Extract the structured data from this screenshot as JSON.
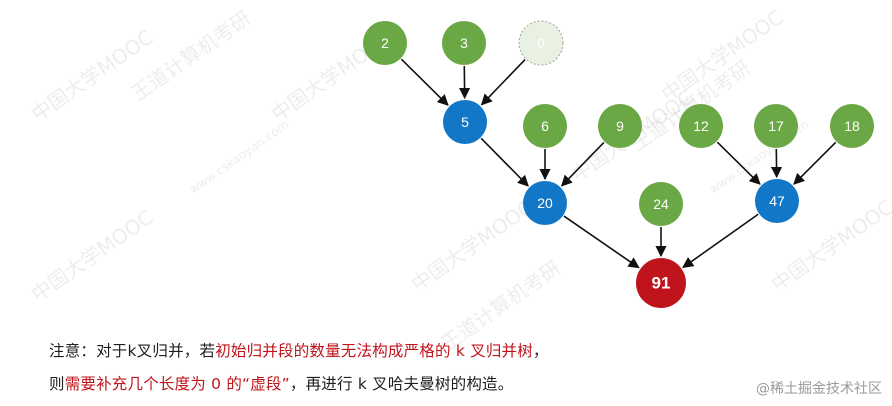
{
  "colors": {
    "leaf": "#6aa845",
    "virtual_fill": "#e9f1e2",
    "virtual_stroke": "#9aa393",
    "internal": "#1277c6",
    "root": "#c0141c",
    "edge": "#111111",
    "highlight": "#c0141c"
  },
  "tree": {
    "nodes": [
      {
        "id": "n2",
        "label": "2",
        "kind": "leaf"
      },
      {
        "id": "n3",
        "label": "3",
        "kind": "leaf"
      },
      {
        "id": "n0",
        "label": "0",
        "kind": "virtual"
      },
      {
        "id": "n5",
        "label": "5",
        "kind": "internal"
      },
      {
        "id": "n6",
        "label": "6",
        "kind": "leaf"
      },
      {
        "id": "n9",
        "label": "9",
        "kind": "leaf"
      },
      {
        "id": "n20",
        "label": "20",
        "kind": "internal"
      },
      {
        "id": "n24",
        "label": "24",
        "kind": "leaf"
      },
      {
        "id": "n12",
        "label": "12",
        "kind": "leaf"
      },
      {
        "id": "n17",
        "label": "17",
        "kind": "leaf"
      },
      {
        "id": "n18",
        "label": "18",
        "kind": "leaf"
      },
      {
        "id": "n47",
        "label": "47",
        "kind": "internal"
      },
      {
        "id": "n91",
        "label": "91",
        "kind": "root"
      }
    ],
    "edges": [
      [
        "n2",
        "n5"
      ],
      [
        "n3",
        "n5"
      ],
      [
        "n0",
        "n5"
      ],
      [
        "n5",
        "n20"
      ],
      [
        "n6",
        "n20"
      ],
      [
        "n9",
        "n20"
      ],
      [
        "n12",
        "n47"
      ],
      [
        "n17",
        "n47"
      ],
      [
        "n18",
        "n47"
      ],
      [
        "n20",
        "n91"
      ],
      [
        "n24",
        "n91"
      ],
      [
        "n47",
        "n91"
      ]
    ]
  },
  "note": {
    "line1_prefix": "注意：对于k叉归并，若",
    "line1_highlight": "初始归并段的数量无法构成严格的 k 叉归并树",
    "line1_suffix": "，",
    "line2_prefix": "则",
    "line2_highlight": "需要补充几个长度为 0 的“虚段”",
    "line2_suffix": "，再进行 k 叉哈夫曼树的构造。"
  },
  "watermark": {
    "brand": "王道计算机考研",
    "mooc": "中国大学MOOC",
    "url": "www.cskaoyan.com",
    "site": "@稀土掘金技术社区"
  }
}
